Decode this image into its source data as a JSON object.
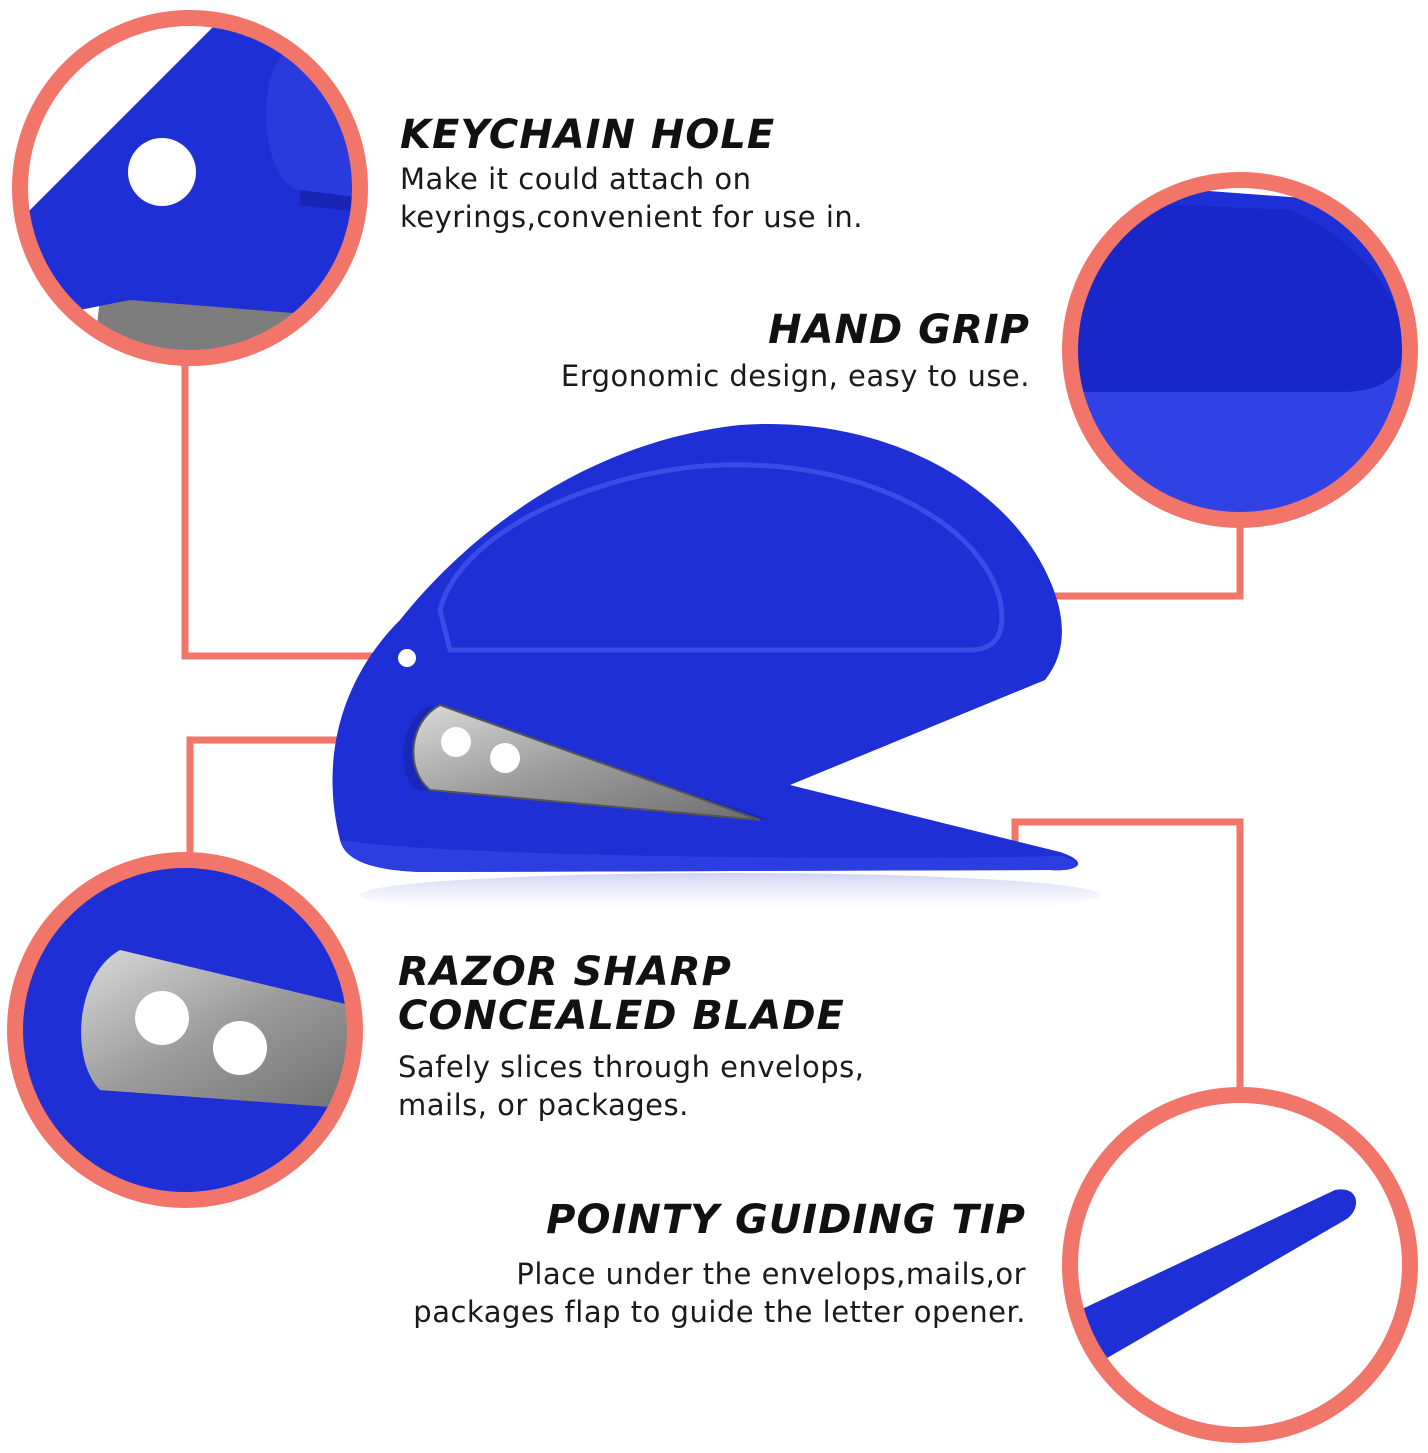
{
  "colors": {
    "accent": "#F2756A",
    "product_blue": "#1F2FD6",
    "blade_steel": "#8C8C8C"
  },
  "features": [
    {
      "id": "keychain-hole",
      "title": "KEYCHAIN HOLE",
      "desc_lines": [
        "Make it could attach on",
        "keyrings,convenient for use in."
      ]
    },
    {
      "id": "hand-grip",
      "title": "HAND GRIP",
      "desc_lines": [
        "Ergonomic design, easy to use."
      ]
    },
    {
      "id": "razor-blade",
      "title_lines": [
        "RAZOR SHARP",
        "CONCEALED BLADE"
      ],
      "desc_lines": [
        "Safely slices through envelops,",
        "mails, or packages."
      ]
    },
    {
      "id": "guiding-tip",
      "title": "POINTY GUIDING TIP",
      "desc_lines": [
        "Place under the envelops,mails,or",
        "packages flap to guide the letter opener."
      ]
    }
  ]
}
